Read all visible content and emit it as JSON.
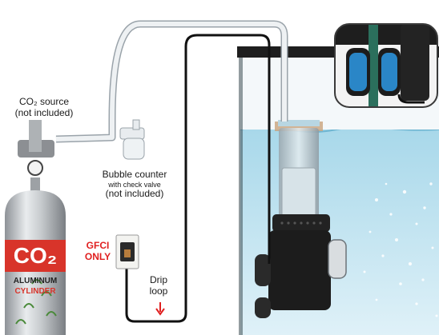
{
  "labels": {
    "co2_source_line1": "CO₂ source",
    "co2_source_line2": "(not included)",
    "bubble_counter_line1": "Bubble counter",
    "bubble_counter_line2": "with check valve",
    "bubble_counter_line3": "(not included)",
    "gfci_line1": "GFCI",
    "gfci_line2": "ONLY",
    "drip_line1": "Drip",
    "drip_line2": "loop",
    "cylinder_logo": "CO₂",
    "cylinder_line1": "ALUMINUM",
    "cylinder_line2": "CYLINDER"
  },
  "colors": {
    "gfci_text": "#e02020",
    "cylinder_red": "#d8342a",
    "water": "#bfe3f0",
    "aquarium_frame": "#1e1e1e",
    "tubing": "#e6e9ec"
  },
  "icons": {
    "drip_arrow": "arrow-down-icon"
  }
}
